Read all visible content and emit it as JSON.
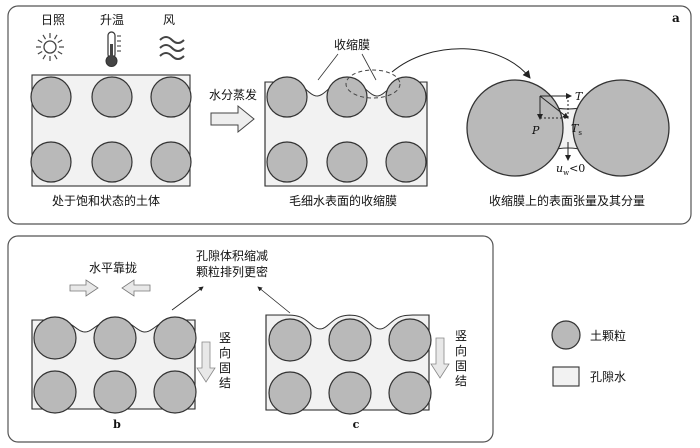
{
  "colors": {
    "particle_fill": "#b9b9b9",
    "water_fill": "#f2f2f2",
    "outline": "#333333",
    "arrow_fill": "#e8e8e8"
  },
  "panel_a": {
    "letter": "a",
    "weather": {
      "sun_label": "日照",
      "temp_label": "升温",
      "wind_label": "风",
      "icons": [
        "sun-icon",
        "thermometer-icon",
        "wind-icon"
      ]
    },
    "box1_caption": "处于饱和状态的土体",
    "process_label": "水分蒸发",
    "membrane_label": "收缩膜",
    "box2_caption": "毛细水表面的收缩膜",
    "zoom": {
      "T_label": "T",
      "P_label": "P",
      "Ts_label": "T",
      "Ts_sub": "s",
      "uw_label": "u",
      "uw_sub": "w",
      "uw_rel": "<0",
      "caption": "收缩膜上的表面张量及其分量"
    }
  },
  "panel_b": {
    "letter": "b",
    "horizontal_label": "水平靠拢",
    "vertical_label": [
      "竖",
      "向",
      "固",
      "结"
    ]
  },
  "panel_c": {
    "letter": "c",
    "vertical_label": [
      "竖",
      "向",
      "固",
      "结"
    ]
  },
  "note": {
    "line1": "孔隙体积缩减",
    "line2": "颗粒排列更密"
  },
  "legend": {
    "particle_label": "土颗粒",
    "water_label": "孔隙水"
  }
}
